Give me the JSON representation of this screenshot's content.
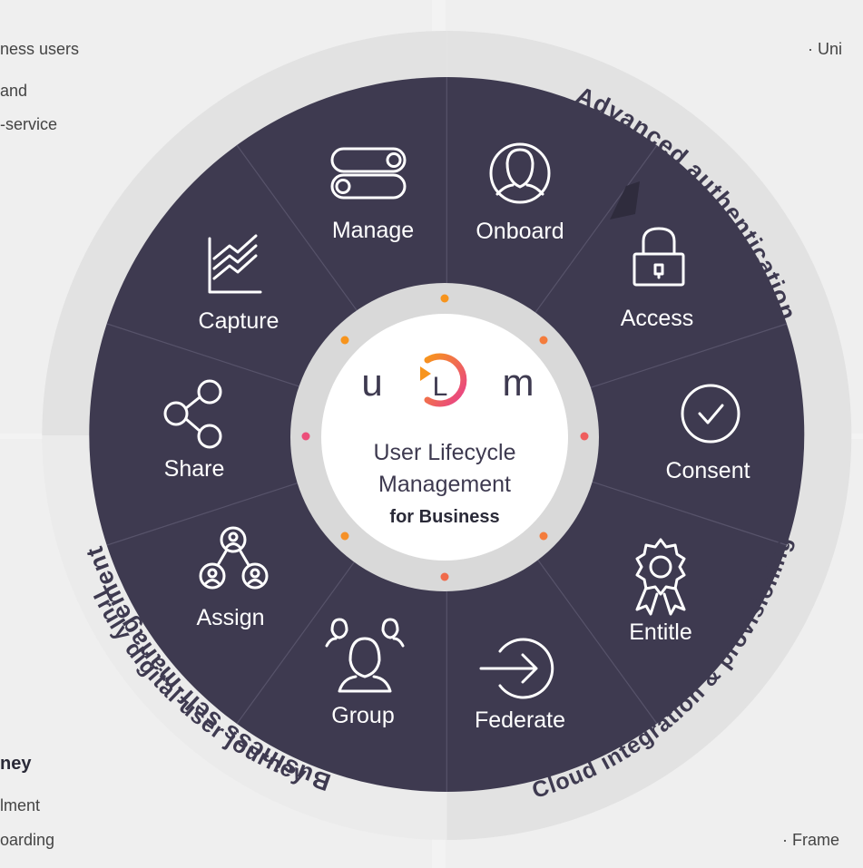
{
  "side_text": {
    "tl_1": "ness users",
    "tl_2": "and",
    "tl_3": "-service",
    "tr_1": "·  Uni",
    "bl_heading": "ney",
    "bl_1": "lment",
    "bl_2": "oarding",
    "br_1": "·  Frame"
  },
  "arcs": {
    "business": "Business self-management",
    "advanced": "Advanced authentication",
    "cloud": "Cloud integration & provisioning",
    "digital": "Truly digital user journey"
  },
  "segments": [
    {
      "label": "Onboard",
      "icon": "user-circle-icon"
    },
    {
      "label": "Access",
      "icon": "lock-icon"
    },
    {
      "label": "Consent",
      "icon": "check-circle-icon"
    },
    {
      "label": "Entitle",
      "icon": "award-ribbon-icon"
    },
    {
      "label": "Federate",
      "icon": "arrow-circle-icon"
    },
    {
      "label": "Group",
      "icon": "group-icon"
    },
    {
      "label": "Assign",
      "icon": "user-hierarchy-icon"
    },
    {
      "label": "Share",
      "icon": "share-icon"
    },
    {
      "label": "Capture",
      "icon": "line-chart-icon"
    },
    {
      "label": "Manage",
      "icon": "toggle-switches-icon"
    }
  ],
  "center": {
    "logo_u": "u",
    "logo_l": "L",
    "logo_m": "m",
    "title_1": "User Lifecycle",
    "title_2": "Management",
    "subtitle": "for Business"
  },
  "colors": {
    "wheel": "#3e3a50",
    "ring": "#dcdcdc",
    "accent_orange": "#f7941d",
    "accent_pink": "#e83e8c"
  }
}
